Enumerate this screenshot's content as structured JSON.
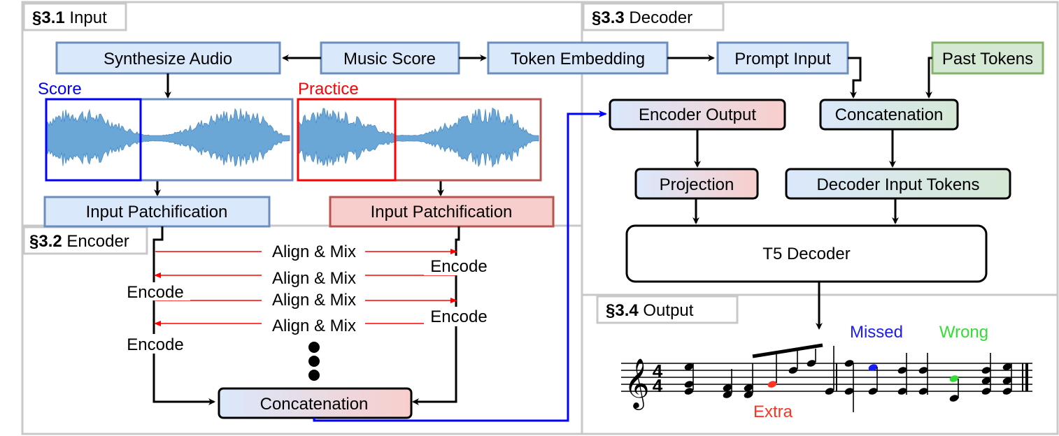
{
  "sections": {
    "input": {
      "num": "§3.1",
      "name": "Input"
    },
    "encoder": {
      "num": "§3.2",
      "name": "Encoder"
    },
    "decoder": {
      "num": "§3.3",
      "name": "Decoder"
    },
    "output": {
      "num": "§3.4",
      "name": "Output"
    }
  },
  "input": {
    "synthesize_audio": "Synthesize Audio",
    "music_score": "Music Score",
    "token_embedding": "Token Embedding",
    "score_label": "Score",
    "practice_label": "Practice",
    "patch_left": "Input Patchification",
    "patch_right": "Input Patchification"
  },
  "encoder": {
    "align_mix": [
      "Align & Mix",
      "Align & Mix",
      "Align & Mix",
      "Align & Mix"
    ],
    "encode_left": [
      "Encode",
      "Encode"
    ],
    "encode_right": [
      "Encode",
      "Encode"
    ],
    "concatenation": "Concatenation"
  },
  "decoder": {
    "prompt_input": "Prompt Input",
    "past_tokens": "Past Tokens",
    "encoder_output": "Encoder Output",
    "concatenation": "Concatenation",
    "projection": "Projection",
    "decoder_input_tokens": "Decoder Input Tokens",
    "t5_decoder": "T5 Decoder"
  },
  "output": {
    "missed": "Missed",
    "wrong": "Wrong",
    "extra": "Extra",
    "time_signature": [
      "4",
      "4"
    ]
  },
  "colors": {
    "blue_fill": "#dae8fc",
    "blue_stroke": "#6c8ebf",
    "red_fill": "#f8cecc",
    "red_stroke": "#b85450",
    "green_fill": "#d5e8d4",
    "green_stroke": "#82b366",
    "score_blue": "#0000ff",
    "practice_red": "#ff0000",
    "missed": "#1a1aff",
    "wrong": "#33dd33",
    "extra": "#ff3322",
    "panel_border": "#c8c8c8"
  }
}
